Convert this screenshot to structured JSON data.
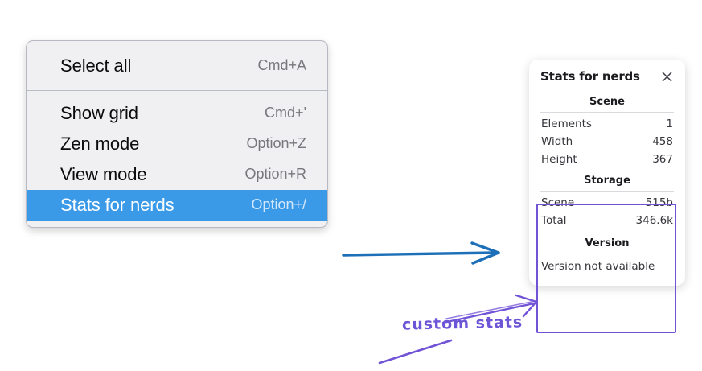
{
  "context_menu": {
    "groups": [
      {
        "items": [
          {
            "label": "Select all",
            "shortcut": "Cmd+A",
            "selected": false
          }
        ]
      },
      {
        "items": [
          {
            "label": "Show grid",
            "shortcut": "Cmd+'",
            "selected": false
          },
          {
            "label": "Zen mode",
            "shortcut": "Option+Z",
            "selected": false
          },
          {
            "label": "View mode",
            "shortcut": "Option+R",
            "selected": false
          },
          {
            "label": "Stats for nerds",
            "shortcut": "Option+/",
            "selected": true
          }
        ]
      }
    ],
    "highlight_color": "#3b9ae8"
  },
  "stats_panel": {
    "title": "Stats for nerds",
    "close_icon": "close-icon",
    "sections": [
      {
        "title": "Scene",
        "rows": [
          {
            "label": "Elements",
            "value": "1"
          },
          {
            "label": "Width",
            "value": "458"
          },
          {
            "label": "Height",
            "value": "367"
          }
        ]
      },
      {
        "title": "Storage",
        "rows": [
          {
            "label": "Scene",
            "value": "515b"
          },
          {
            "label": "Total",
            "value": "346.6k"
          }
        ]
      },
      {
        "title": "Version",
        "plain": "Version not available"
      }
    ]
  },
  "annotations": {
    "custom_stats_label": "custom stats",
    "purple_color": "#7153d6",
    "blue_arrow_color": "#1d6fb8"
  }
}
